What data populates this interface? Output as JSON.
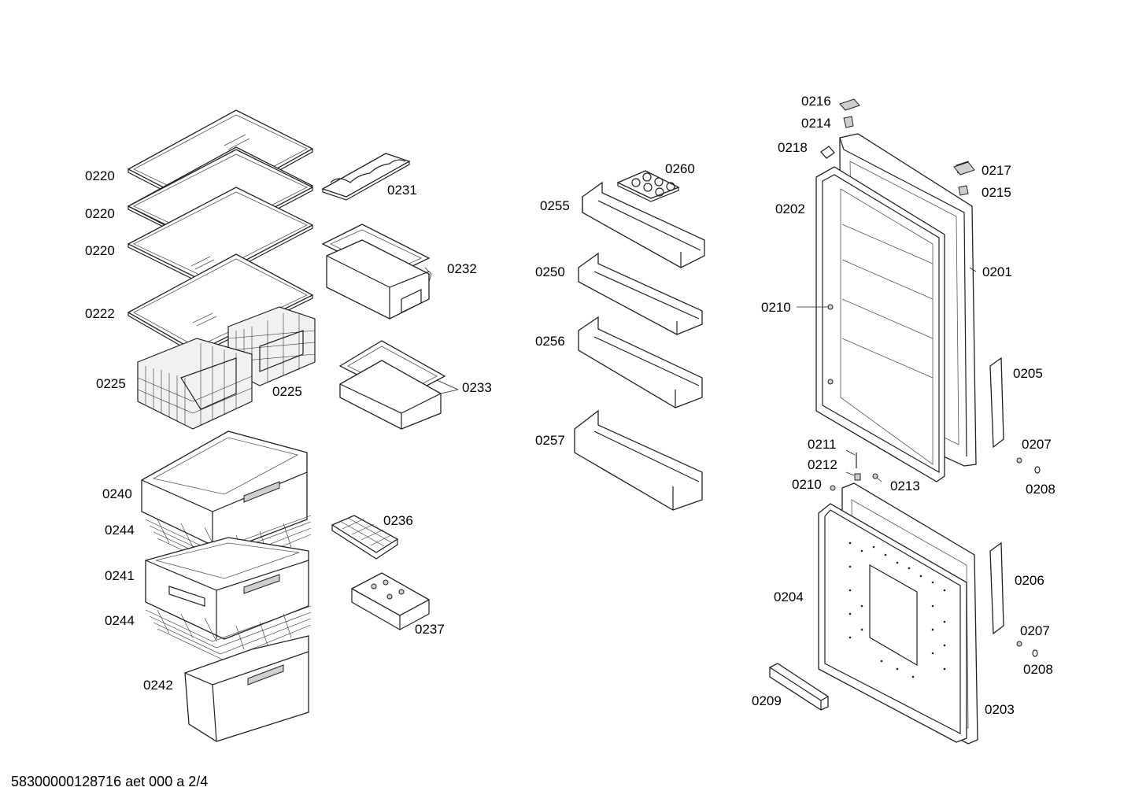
{
  "parts": [
    {
      "id": "p0220a",
      "label": "0220"
    },
    {
      "id": "p0220b",
      "label": "0220"
    },
    {
      "id": "p0220c",
      "label": "0220"
    },
    {
      "id": "p0222",
      "label": "0222"
    },
    {
      "id": "p0225a",
      "label": "0225"
    },
    {
      "id": "p0225b",
      "label": "0225"
    },
    {
      "id": "p0231",
      "label": "0231"
    },
    {
      "id": "p0232",
      "label": "0232"
    },
    {
      "id": "p0233",
      "label": "0233"
    },
    {
      "id": "p0240",
      "label": "0240"
    },
    {
      "id": "p0244a",
      "label": "0244"
    },
    {
      "id": "p0241",
      "label": "0241"
    },
    {
      "id": "p0244b",
      "label": "0244"
    },
    {
      "id": "p0242",
      "label": "0242"
    },
    {
      "id": "p0236",
      "label": "0236"
    },
    {
      "id": "p0237",
      "label": "0237"
    },
    {
      "id": "p0260",
      "label": "0260"
    },
    {
      "id": "p0255",
      "label": "0255"
    },
    {
      "id": "p0250",
      "label": "0250"
    },
    {
      "id": "p0256",
      "label": "0256"
    },
    {
      "id": "p0257",
      "label": "0257"
    },
    {
      "id": "p0216",
      "label": "0216"
    },
    {
      "id": "p0214",
      "label": "0214"
    },
    {
      "id": "p0218",
      "label": "0218"
    },
    {
      "id": "p0217",
      "label": "0217"
    },
    {
      "id": "p0215",
      "label": "0215"
    },
    {
      "id": "p0202",
      "label": "0202"
    },
    {
      "id": "p0201",
      "label": "0201"
    },
    {
      "id": "p0210a",
      "label": "0210"
    },
    {
      "id": "p0205",
      "label": "0205"
    },
    {
      "id": "p0211",
      "label": "0211"
    },
    {
      "id": "p0207a",
      "label": "0207"
    },
    {
      "id": "p0212",
      "label": "0212"
    },
    {
      "id": "p0213",
      "label": "0213"
    },
    {
      "id": "p0210b",
      "label": "0210"
    },
    {
      "id": "p0208a",
      "label": "0208"
    },
    {
      "id": "p0206",
      "label": "0206"
    },
    {
      "id": "p0204",
      "label": "0204"
    },
    {
      "id": "p0207b",
      "label": "0207"
    },
    {
      "id": "p0208b",
      "label": "0208"
    },
    {
      "id": "p0209",
      "label": "0209"
    },
    {
      "id": "p0203",
      "label": "0203"
    }
  ],
  "footer": "58300000128716 aet 000 a 2/4"
}
